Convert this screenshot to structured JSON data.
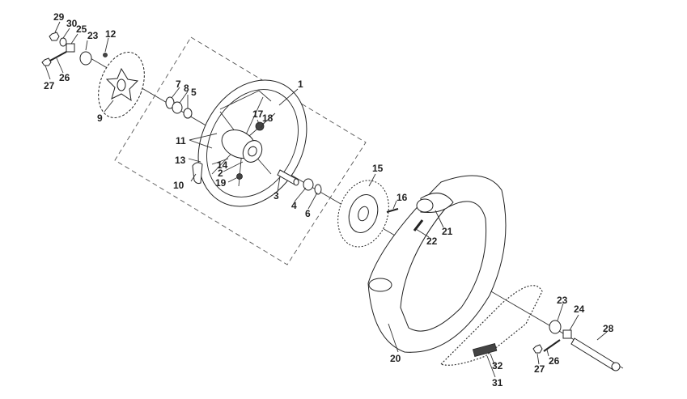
{
  "labels": {
    "l1": "1",
    "l2": "2",
    "l3": "3",
    "l4": "4",
    "l5": "5",
    "l6": "6",
    "l7": "7",
    "l8": "8",
    "l9": "9",
    "l10": "10",
    "l11": "11",
    "l12": "12",
    "l13": "13",
    "l14": "14",
    "l15": "15",
    "l16": "16",
    "l17": "17",
    "l18": "18",
    "l19": "19",
    "l20": "20",
    "l21": "21",
    "l22": "22",
    "l23a": "23",
    "l23b": "23",
    "l24": "24",
    "l25": "25",
    "l26a": "26",
    "l26b": "26",
    "l27a": "27",
    "l27b": "27",
    "l28": "28",
    "l29": "29",
    "l30": "30",
    "l31": "31",
    "l32": "32"
  }
}
